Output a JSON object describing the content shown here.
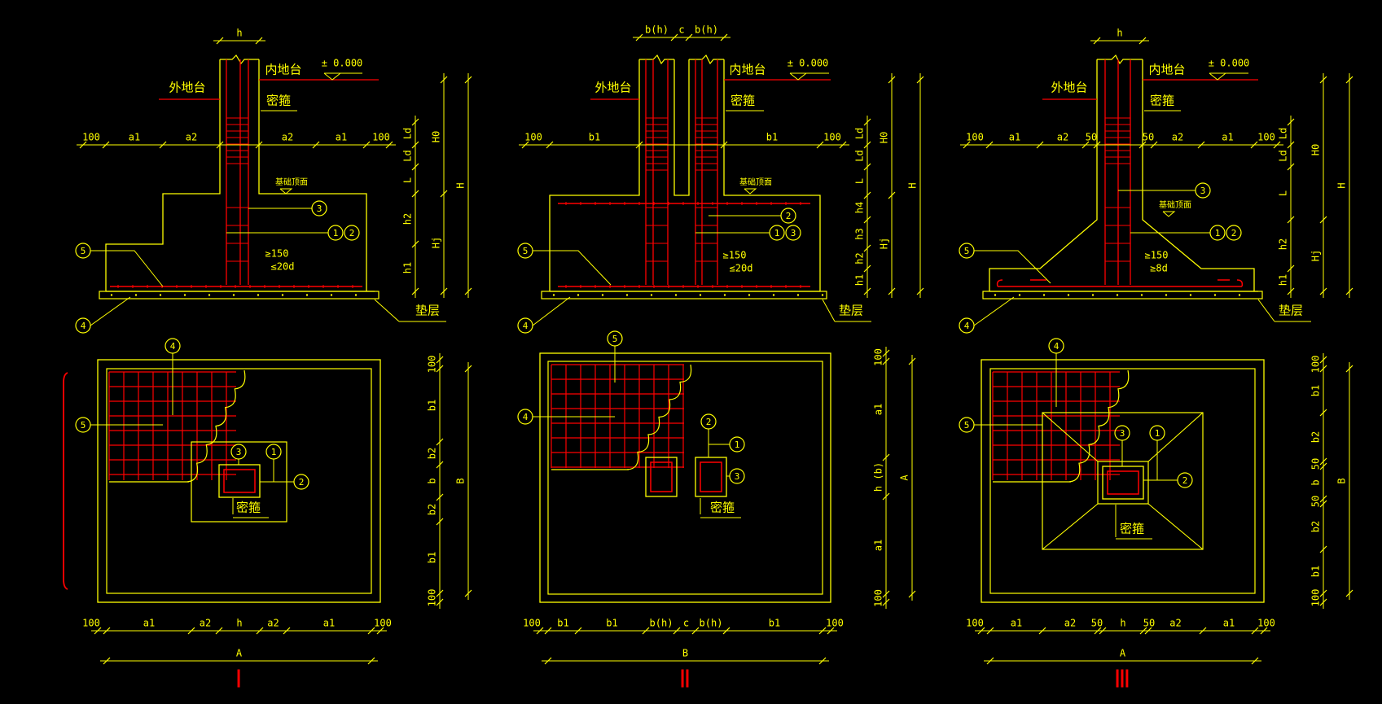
{
  "colors": {
    "background": "#000000",
    "outline": "#ffff00",
    "rebar": "#ff0000",
    "dim": "#ffff00",
    "tag": "#ffff00"
  },
  "labels": {
    "outer_grade": "外地台",
    "inner_grade": "内地台",
    "elevation": "± 0.000",
    "stirrup": "密箍",
    "base_top": "基础顶面",
    "cushion": "垫层",
    "gte150": "≥150",
    "lte20d": "≤20d",
    "gte8d": "≥8d"
  },
  "panel1": {
    "numeral": "Ⅰ",
    "top_h": "h",
    "left_dims": [
      "100",
      "a1",
      "a2"
    ],
    "right_dims": [
      "a2",
      "a1",
      "100"
    ],
    "vdims_inner": [
      "Ld",
      "Ld",
      "L",
      "h2",
      "h1"
    ],
    "vdims_mid": [
      "H0",
      "Hj"
    ],
    "vdim_total": "H",
    "plan_vdims": [
      "100",
      "b1",
      "b2",
      "b",
      "b2",
      "b1",
      "100"
    ],
    "plan_vtotal": "B",
    "bottom_dims": [
      "100",
      "a1",
      "a2",
      "h",
      "a2",
      "a1",
      "100"
    ],
    "bottom_total": "A",
    "tags": [
      "1",
      "2",
      "3",
      "4",
      "5"
    ]
  },
  "panel2": {
    "numeral": "Ⅱ",
    "top_dims": [
      "b(h)",
      "c",
      "b(h)"
    ],
    "left_dims": [
      "100",
      "b1"
    ],
    "right_dims": [
      "b1",
      "100"
    ],
    "vdims_inner": [
      "Ld",
      "Ld",
      "L",
      "h4",
      "h3",
      "h2",
      "h1"
    ],
    "vdims_mid": [
      "H0",
      "Hj"
    ],
    "vdim_total": "H",
    "plan_vdims": [
      "100",
      "a1",
      "h (b)",
      "a1",
      "100"
    ],
    "plan_vtotal": "A",
    "bottom_dims": [
      "100",
      "b1",
      "b1",
      "b(h)",
      "c",
      "b(h)",
      "b1",
      "100"
    ],
    "bottom_total": "B",
    "tags": [
      "1",
      "2",
      "3",
      "4",
      "5"
    ]
  },
  "panel3": {
    "numeral": "Ⅲ",
    "top_h": "h",
    "left_dims": [
      "100",
      "a1",
      "a2",
      "50"
    ],
    "right_dims": [
      "50",
      "a2",
      "a1",
      "100"
    ],
    "vdims_inner": [
      "Ld",
      "Ld",
      "L",
      "h2",
      "h1"
    ],
    "vdims_mid": [
      "H0",
      "Hj"
    ],
    "vdim_total": "H",
    "plan_vdims": [
      "100",
      "b1",
      "b2",
      "50",
      "b",
      "50",
      "b2",
      "b1",
      "100"
    ],
    "plan_vtotal": "B",
    "bottom_dims": [
      "100",
      "a1",
      "a2",
      "50",
      "h",
      "50",
      "a2",
      "a1",
      "100"
    ],
    "bottom_total": "A",
    "tags": [
      "1",
      "2",
      "3",
      "4",
      "5"
    ]
  }
}
